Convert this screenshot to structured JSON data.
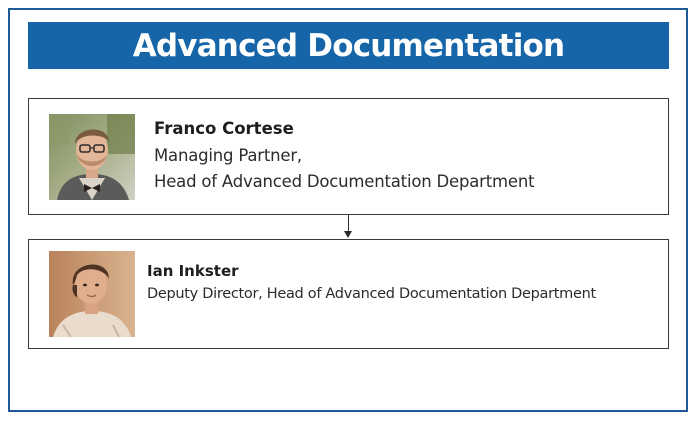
{
  "banner": {
    "title": "Advanced Documentation"
  },
  "nodes": [
    {
      "name": "Franco Cortese",
      "role_line_1": "Managing Partner,",
      "role_line_2": "Head of Advanced Documentation Department"
    },
    {
      "name": "Ian Inkster",
      "role_line_1": "Deputy Director, Head of Advanced Documentation Department"
    }
  ],
  "colors": {
    "banner_background": "#1565a8",
    "frame_border": "#1f5a96",
    "card_border": "#3a3a3a"
  }
}
